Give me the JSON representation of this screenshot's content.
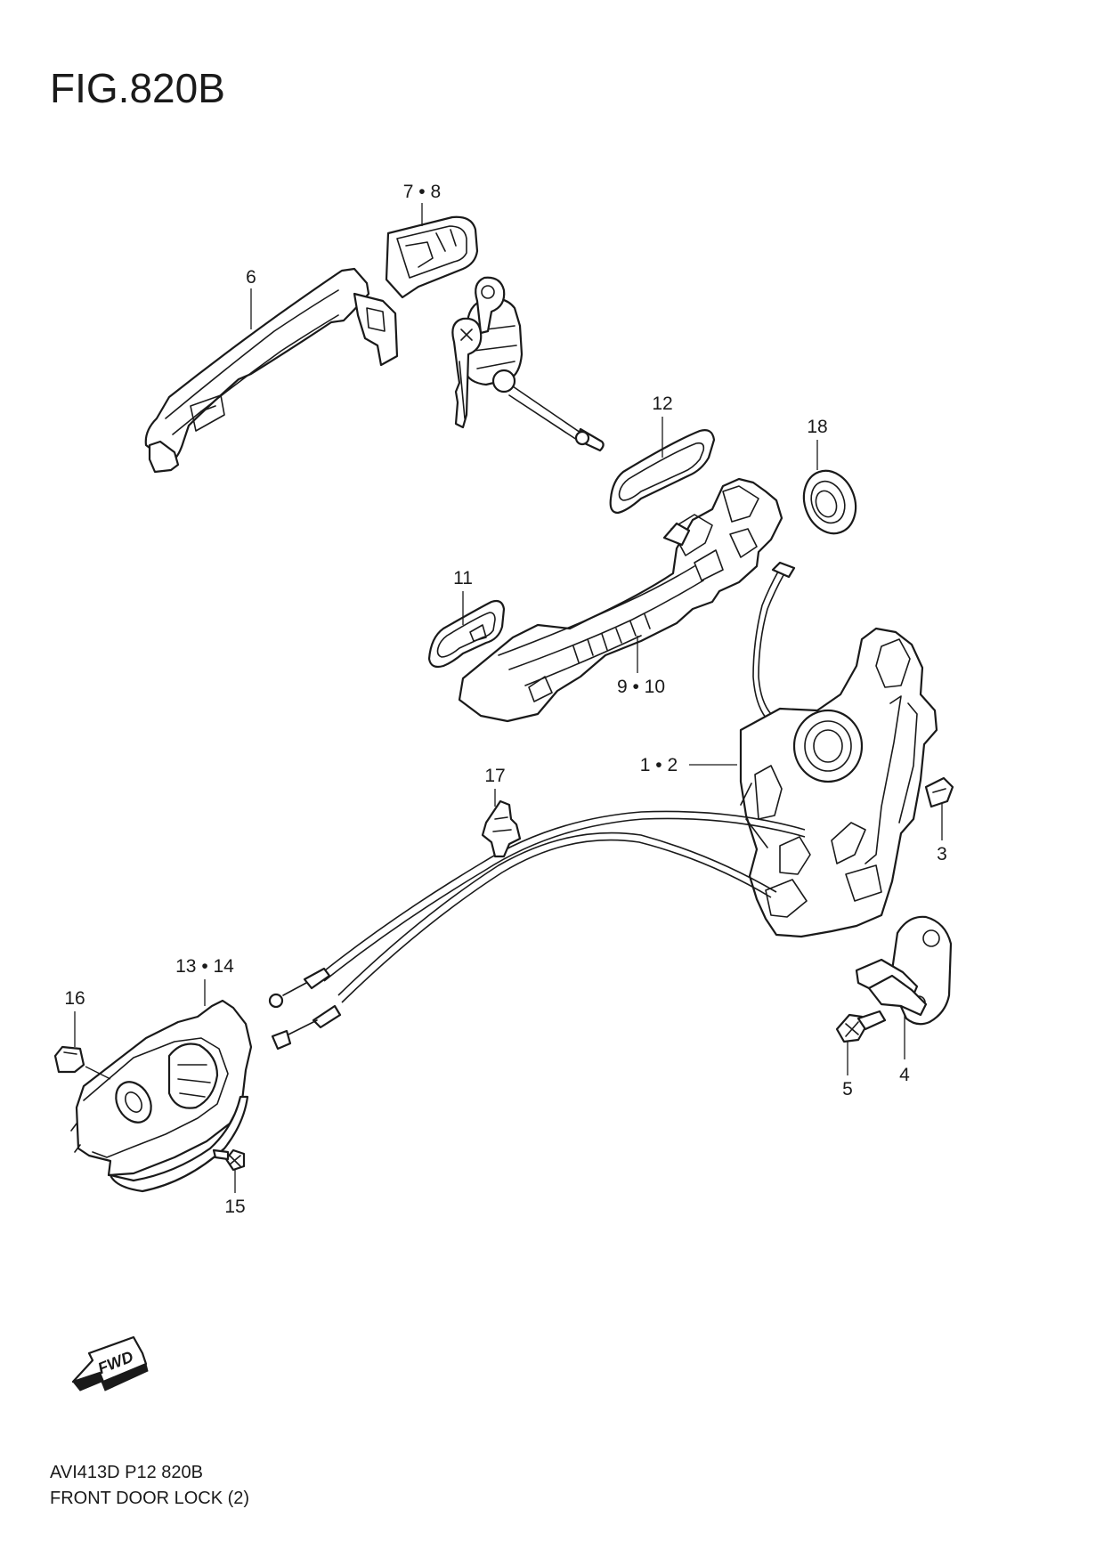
{
  "figure": {
    "title": "FIG.820B",
    "code": "AVI413D P12 820B",
    "caption": "FRONT DOOR LOCK (2)",
    "fwd_label": "FWD"
  },
  "callouts": [
    {
      "id": "c-7-8",
      "label": "7 • 8"
    },
    {
      "id": "c-6",
      "label": "6"
    },
    {
      "id": "c-12",
      "label": "12"
    },
    {
      "id": "c-18",
      "label": "18"
    },
    {
      "id": "c-11",
      "label": "11"
    },
    {
      "id": "c-9-10",
      "label": "9 • 10"
    },
    {
      "id": "c-1-2",
      "label": "1 • 2"
    },
    {
      "id": "c-17",
      "label": "17"
    },
    {
      "id": "c-3",
      "label": "3"
    },
    {
      "id": "c-13-14",
      "label": "13 • 14"
    },
    {
      "id": "c-16",
      "label": "16"
    },
    {
      "id": "c-5",
      "label": "5"
    },
    {
      "id": "c-4",
      "label": "4"
    },
    {
      "id": "c-15",
      "label": "15"
    }
  ]
}
